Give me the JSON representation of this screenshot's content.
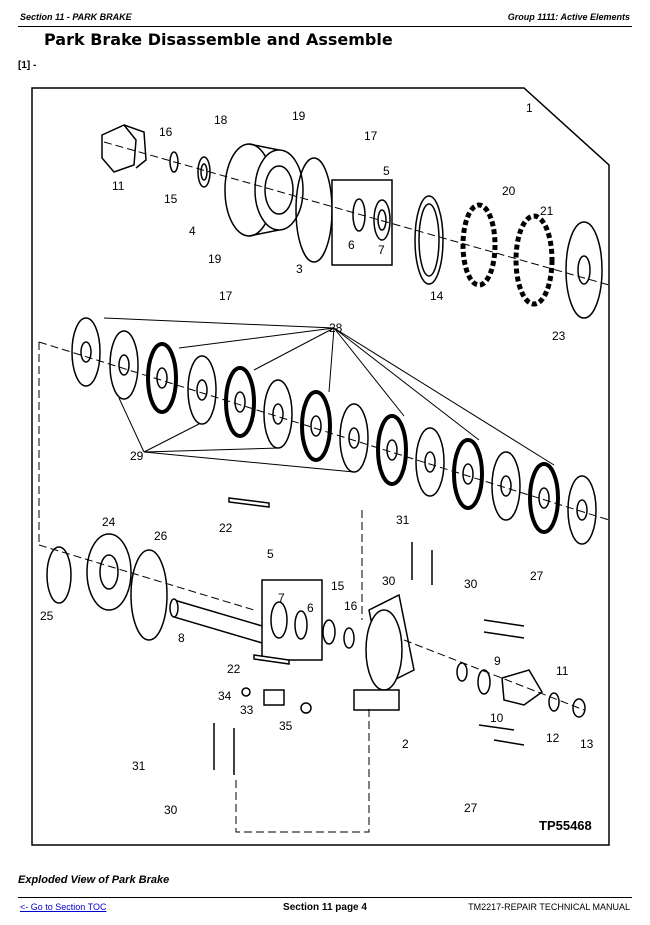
{
  "header": {
    "section": "Section 11 - PARK BRAKE",
    "group": "Group 1111: Active Elements"
  },
  "title": "Park Brake Disassemble and Assemble",
  "ref": "[1] -",
  "figure": {
    "id": "TP55468",
    "callouts": [
      "1",
      "2",
      "3",
      "4",
      "5",
      "6",
      "7",
      "8",
      "9",
      "10",
      "11",
      "12",
      "13",
      "14",
      "15",
      "16",
      "17",
      "18",
      "19",
      "20",
      "21",
      "22",
      "23",
      "24",
      "25",
      "26",
      "27",
      "28",
      "29",
      "30",
      "31",
      "33",
      "34",
      "35"
    ]
  },
  "caption": "Exploded View of Park Brake",
  "footer": {
    "toc_link": "<- Go to Section TOC",
    "page": "Section 11 page 4",
    "manual": "TM2217-REPAIR TECHNICAL MANUAL"
  }
}
